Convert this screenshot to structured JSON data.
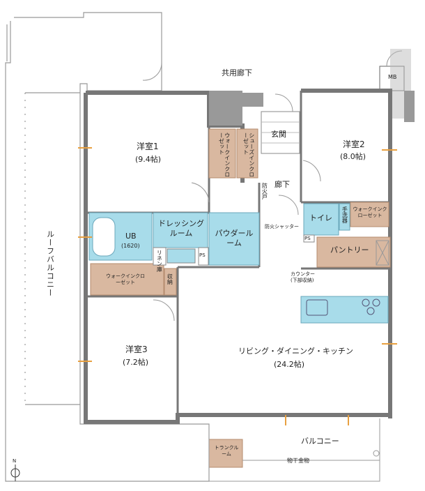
{
  "rooms": {
    "common_corridor": "共用廊下",
    "mb": "MB",
    "entrance": "玄関",
    "hallway": "廊下",
    "fire_door": "防火戸",
    "fire_shutter": "防火シャッター",
    "western1": {
      "name": "洋室1",
      "size": "(9.4帖)"
    },
    "western2": {
      "name": "洋室2",
      "size": "(8.0帖)"
    },
    "western3": {
      "name": "洋室3",
      "size": "(7.2帖)"
    },
    "wic1": "ウォークインクローゼット",
    "shoes_closet": "シューズインクローゼット",
    "wic2": "ウォークインクローゼット",
    "wic3": "ウォークインクローゼット",
    "ub": {
      "name": "UB",
      "size": "(1620)"
    },
    "dressing": "ドレッシングルーム",
    "powder": "パウダールーム",
    "linen": "リネン庫",
    "ps": "PS",
    "ps2": "PS",
    "toilet": "トイレ",
    "hand_wash": "手洗器",
    "storage_small": "収納",
    "pantry": "パントリー",
    "counter": "カウンター",
    "counter_note": "(下部収納)",
    "ldk": {
      "name": "リビング・ダイニング・キッチン",
      "size": "(24.2帖)"
    },
    "roof_balcony": "ルーフバルコニー",
    "balcony": "バルコニー",
    "trunk_room": "トランクルーム",
    "laundry_rod": "物干金物",
    "north": "N"
  },
  "colors": {
    "wall": "#999999",
    "closet": "#d9b8a0",
    "wet": "#a8dcea",
    "outline": "#666666",
    "accent": "#e8a040"
  }
}
